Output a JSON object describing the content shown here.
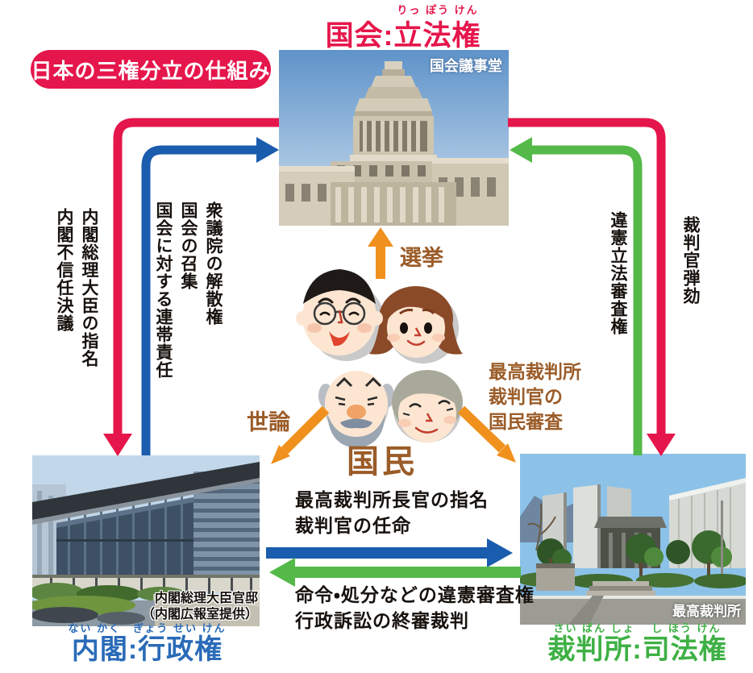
{
  "colors": {
    "red": "#e5164b",
    "blue_arrow": "#1a5cad",
    "blue_title": "#2a6bb8",
    "green_arrow": "#54b948",
    "green_title": "#3eb044",
    "orange": "#f0911e",
    "brown": "#9b5c28"
  },
  "badge": {
    "label": "日本の三権分立の仕組み"
  },
  "diet": {
    "furigana": "りっ ぽう けん",
    "title": "国会:立法権",
    "photo_caption": "国会議事堂"
  },
  "cabinet": {
    "furigana": "ない かく　ぎょう せい けん",
    "title": "内閣:行政権",
    "photo_caption": "内閣総理大臣官邸\n（内閣広報室提供）"
  },
  "court": {
    "furigana": "さい ばん しょ　 し ほう けん",
    "title": "裁判所:司法権",
    "photo_caption": "最高裁判所"
  },
  "people": {
    "label": "国民"
  },
  "relations": {
    "election": "選挙",
    "public_opinion": "世論",
    "national_review": "最高裁判所\n裁判官の\n国民審査",
    "diet_to_cabinet": "内閣総理大臣の指名\n内閣不信任決議",
    "cabinet_to_diet": "衆議院の解散権\n国会の召集\n国会に対する連帯責任",
    "court_to_diet": "違憲立法審査権",
    "diet_to_court": "裁判官弾劾",
    "cabinet_to_court": "最高裁判所長官の指名\n裁判官の任命",
    "court_to_cabinet": "命令・処分などの違憲審査権\n行政訴訟の終審裁判"
  }
}
